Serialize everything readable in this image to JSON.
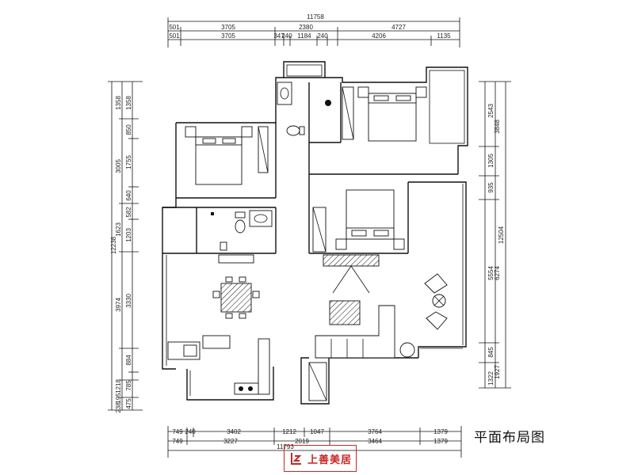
{
  "caption": "平面布局图",
  "brand": {
    "name": "上善美居",
    "color": "#c62828"
  },
  "top_dims": {
    "overall": "11758",
    "row1": [
      "501",
      "3705",
      "2380",
      "4727"
    ],
    "row2": [
      "501",
      "3705",
      "347",
      "240",
      "1184",
      "240",
      "4206",
      "1135"
    ]
  },
  "bottom_dims": {
    "overall": "11793",
    "row1": [
      "749",
      "240",
      "3402",
      "1212",
      "1047",
      "3764",
      "1379"
    ],
    "row2": [
      "749",
      "3227",
      "2019",
      "3464",
      "1379"
    ]
  },
  "left_dims": {
    "overall": "12238",
    "col1": [
      "1358",
      "3005",
      "1623",
      "3974",
      "1218",
      "195",
      "238"
    ],
    "col2": [
      "1358",
      "850",
      "1755",
      "640",
      "582",
      "1203",
      "3330",
      "884",
      "785",
      "475"
    ]
  },
  "right_dims": {
    "overall": "12504",
    "col1": [
      "3848",
      "5554",
      "1927"
    ],
    "col2": [
      "2543",
      "1305",
      "935",
      "6274",
      "845",
      "1322"
    ]
  }
}
